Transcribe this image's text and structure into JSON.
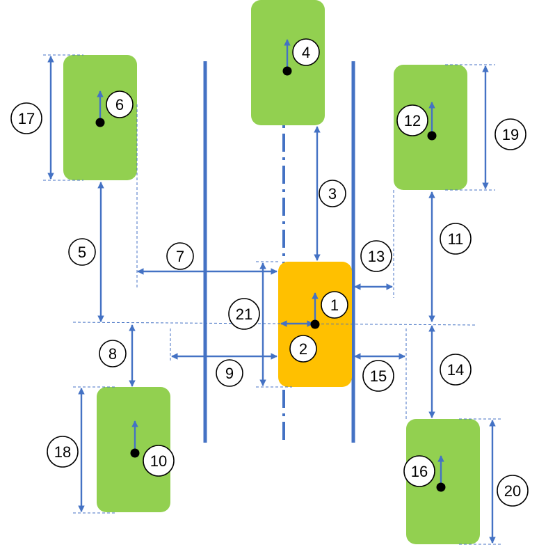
{
  "colors": {
    "vehicle_other": "#92d050",
    "vehicle_ego": "#ffc000",
    "line": "#4472c4",
    "marker": "#000000"
  },
  "labels": {
    "l1": "1",
    "l2": "2",
    "l3": "3",
    "l4": "4",
    "l5": "5",
    "l6": "6",
    "l7": "7",
    "l8": "8",
    "l9": "9",
    "l10": "10",
    "l11": "11",
    "l12": "12",
    "l13": "13",
    "l14": "14",
    "l15": "15",
    "l16": "16",
    "l17": "17",
    "l18": "18",
    "l19": "19",
    "l20": "20",
    "l21": "21"
  }
}
